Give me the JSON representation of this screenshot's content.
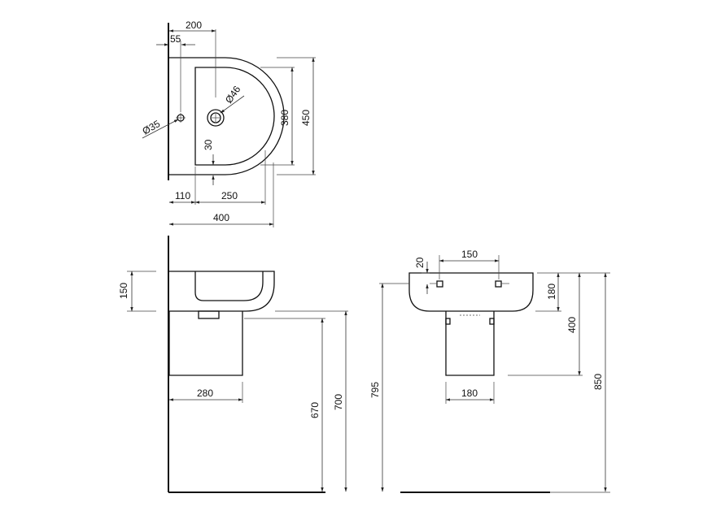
{
  "plan": {
    "d200": "200",
    "d55": "55",
    "d46": "Ø46",
    "d35": "Ø35",
    "d380": "380",
    "d450": "450",
    "d30": "30",
    "d110": "110",
    "d250": "250",
    "d400": "400"
  },
  "side": {
    "d150": "150",
    "d280": "280",
    "d670": "670",
    "d700": "700"
  },
  "front": {
    "d795": "795",
    "d20": "20",
    "d150": "150",
    "d180a": "180",
    "d400": "400",
    "d850": "850",
    "d180b": "180"
  }
}
